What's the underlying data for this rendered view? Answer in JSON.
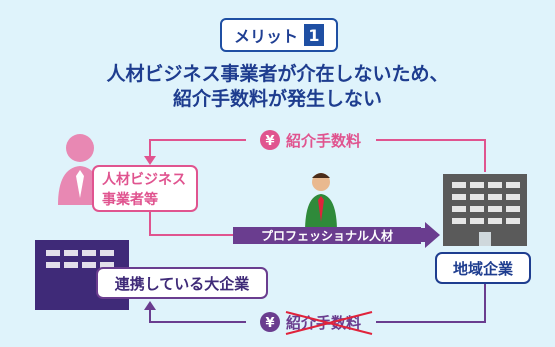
{
  "badge": {
    "label": "メリット",
    "number": "1"
  },
  "headline": {
    "line1": "人材ビジネス事業者が介在しないため、",
    "line2": "紹介手数料が発生しない"
  },
  "nodes": {
    "agency": "人材ビジネス\n事業者等",
    "large_company": "連携している大企業",
    "local_company": "地域企業"
  },
  "edges": {
    "fee_top": "紹介手数料",
    "professional": "プロフェッショナル人材",
    "fee_bottom": "紹介手数料"
  },
  "currency_symbol": "¥",
  "colors": {
    "pink": "#e0548f",
    "purple": "#6a3d8f",
    "navy": "#1e3d8f",
    "panel": "#dff3fb",
    "red_cross": "#e0233b"
  }
}
